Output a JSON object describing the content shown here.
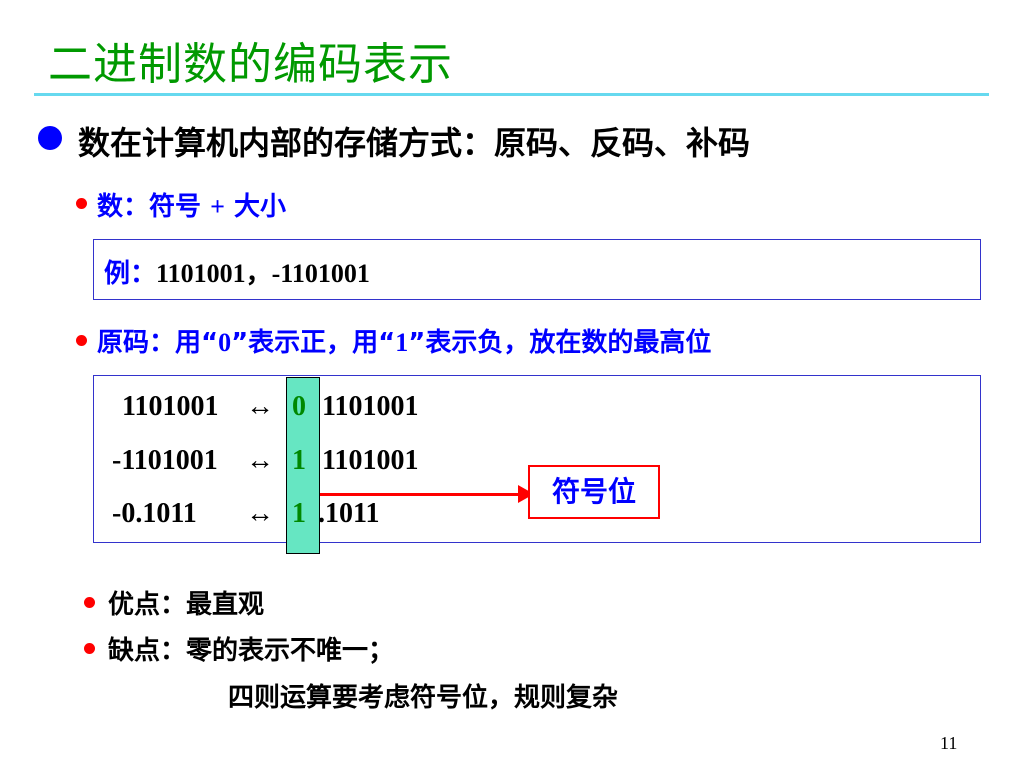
{
  "title": "二进制数的编码表示",
  "main_point": "数在计算机内部的存储方式：原码、反码、补码",
  "sub_sign": {
    "label": "数：符号 ",
    "plus": "+",
    "rest": " 大小"
  },
  "example": {
    "label": "例",
    "colon": "：",
    "values": "1101001，-1101001"
  },
  "sub_yuanma": {
    "p1": "原码：用“",
    "zero": "0",
    "p2": "”表示正，用“",
    "one": "1",
    "p3": "”表示负，放在数的最高位"
  },
  "rows": [
    {
      "left": "1101001",
      "arrow": "↔",
      "sign": "0",
      "rest": "1101001"
    },
    {
      "left": "-1101001",
      "arrow": "↔",
      "sign": "1",
      "rest": "1101001"
    },
    {
      "left": "-0.1011",
      "arrow": "↔",
      "sign": "1",
      "rest": ".1011"
    }
  ],
  "sign_bit_label": "符号位",
  "advantages": "优点：最直观",
  "disadvantages": "缺点：零的表示不唯一；",
  "disadvantages_2": "四则运算要考虑符号位，规则复杂",
  "page_number": "11",
  "colors": {
    "title": "#009900",
    "accent_blue": "#0000ff",
    "bullet_red": "#ff0000",
    "highlight": "#66e6c2",
    "rule": "#66d9ef"
  }
}
